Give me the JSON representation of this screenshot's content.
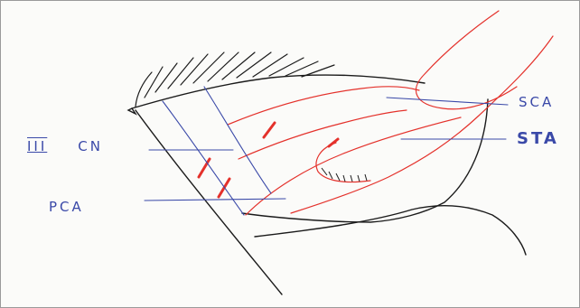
{
  "labels": {
    "sca": "SCA",
    "sta": "STA",
    "pca": "PCA",
    "cn_numeral": "III",
    "cn_text": "CN"
  },
  "colors": {
    "ink_black": "#1b1b1b",
    "ink_red": "#e4312b",
    "ink_blue": "#3a49a8",
    "paper": "#fbfbf9"
  }
}
